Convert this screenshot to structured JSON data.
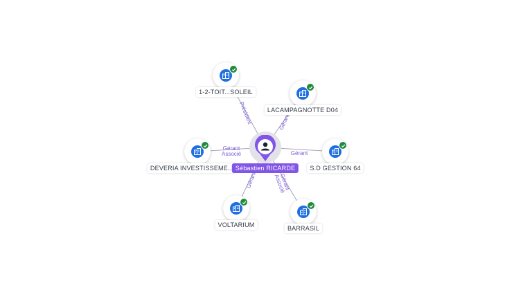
{
  "person": {
    "name": "Sébastien RICARDE",
    "icon": "user-icon"
  },
  "colors": {
    "person_pin": "#8155e6",
    "company_disc": "#1f6fe0",
    "verified_badge": "#1e8a3c",
    "edge_label": "#7c5cd6"
  },
  "companies": [
    {
      "id": "toit",
      "name": "1-2-TOIT...SOLEIL",
      "roles": [
        "Président"
      ],
      "icon": "building-icon",
      "verified": true
    },
    {
      "id": "lacamp",
      "name": "LACAMPAGNOTTE D04",
      "roles": [
        "Gérant"
      ],
      "icon": "building-icon",
      "verified": true
    },
    {
      "id": "sdg",
      "name": "S.D GESTION 64",
      "roles": [
        "Gérant"
      ],
      "icon": "building-icon",
      "verified": true
    },
    {
      "id": "barrasil",
      "name": "BARRASIL",
      "roles": [
        "Gérant",
        "Associé"
      ],
      "icon": "building-icon",
      "verified": true
    },
    {
      "id": "voltarium",
      "name": "VOLTARIUM",
      "roles": [
        "Gérant"
      ],
      "icon": "building-icon",
      "verified": true
    },
    {
      "id": "deveria",
      "name": "DEVERIA INVESTISSEME...",
      "roles": [
        "Gérant",
        "Associé"
      ],
      "icon": "building-icon",
      "verified": true
    }
  ]
}
